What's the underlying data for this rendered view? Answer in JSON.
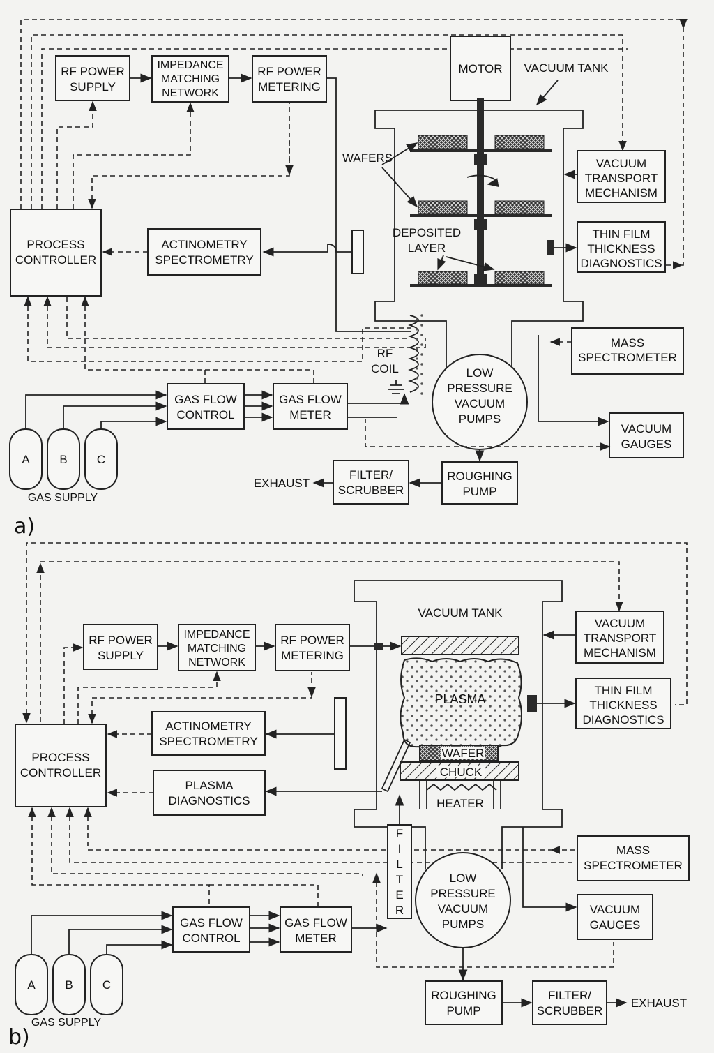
{
  "panel_a": {
    "label": "a)",
    "rf_power_supply": [
      "RF POWER",
      "SUPPLY"
    ],
    "impedance_matching": [
      "IMPEDANCE",
      "MATCHING",
      "NETWORK"
    ],
    "rf_power_metering": [
      "RF POWER",
      "METERING"
    ],
    "motor": "MOTOR",
    "vacuum_tank": "VACUUM TANK",
    "wafers": "WAFERS",
    "vacuum_transport": [
      "VACUUM",
      "TRANSPORT",
      "MECHANISM"
    ],
    "thin_film": [
      "THIN FILM",
      "THICKNESS",
      "DIAGNOSTICS"
    ],
    "process_controller": [
      "PROCESS",
      "CONTROLLER"
    ],
    "actinometry": [
      "ACTINOMETRY",
      "SPECTROMETRY"
    ],
    "deposited_layer": [
      "DEPOSITED",
      "LAYER"
    ],
    "rf_coil": [
      "RF",
      "COIL"
    ],
    "mass_spectrometer": [
      "MASS",
      "SPECTROMETER"
    ],
    "low_pressure_pumps": [
      "LOW",
      "PRESSURE",
      "VACUUM",
      "PUMPS"
    ],
    "gas_flow_control": [
      "GAS FLOW",
      "CONTROL"
    ],
    "gas_flow_meter": [
      "GAS FLOW",
      "METER"
    ],
    "vacuum_gauges": [
      "VACUUM",
      "GAUGES"
    ],
    "roughing_pump": [
      "ROUGHING",
      "PUMP"
    ],
    "filter_scrubber": [
      "FILTER/",
      "SCRUBBER"
    ],
    "exhaust": "EXHAUST",
    "cylinders": [
      "A",
      "B",
      "C"
    ],
    "gas_supply": "GAS SUPPLY"
  },
  "panel_b": {
    "label": "b)",
    "vacuum_tank": "VACUUM TANK",
    "rf_power_supply": [
      "RF POWER",
      "SUPPLY"
    ],
    "impedance_matching": [
      "IMPEDANCE",
      "MATCHING",
      "NETWORK"
    ],
    "rf_power_metering": [
      "RF POWER",
      "METERING"
    ],
    "vacuum_transport": [
      "VACUUM",
      "TRANSPORT",
      "MECHANISM"
    ],
    "thin_film": [
      "THIN FILM",
      "THICKNESS",
      "DIAGNOSTICS"
    ],
    "plasma": "PLASMA",
    "actinometry": [
      "ACTINOMETRY",
      "SPECTROMETRY"
    ],
    "process_controller": [
      "PROCESS",
      "CONTROLLER"
    ],
    "wafer": "WAFER",
    "chuck": "CHUCK",
    "plasma_diagnostics": [
      "PLASMA",
      "DIAGNOSTICS"
    ],
    "heater": "HEATER",
    "filter_letters": [
      "F",
      "I",
      "L",
      "T",
      "E",
      "R"
    ],
    "mass_spectrometer": [
      "MASS",
      "SPECTROMETER"
    ],
    "low_pressure_pumps": [
      "LOW",
      "PRESSURE",
      "VACUUM",
      "PUMPS"
    ],
    "vacuum_gauges": [
      "VACUUM",
      "GAUGES"
    ],
    "gas_flow_control": [
      "GAS FLOW",
      "CONTROL"
    ],
    "gas_flow_meter": [
      "GAS FLOW",
      "METER"
    ],
    "roughing_pump": [
      "ROUGHING",
      "PUMP"
    ],
    "filter_scrubber": [
      "FILTER/",
      "SCRUBBER"
    ],
    "exhaust": "EXHAUST",
    "cylinders": [
      "A",
      "B",
      "C"
    ],
    "gas_supply": "GAS SUPPLY"
  }
}
